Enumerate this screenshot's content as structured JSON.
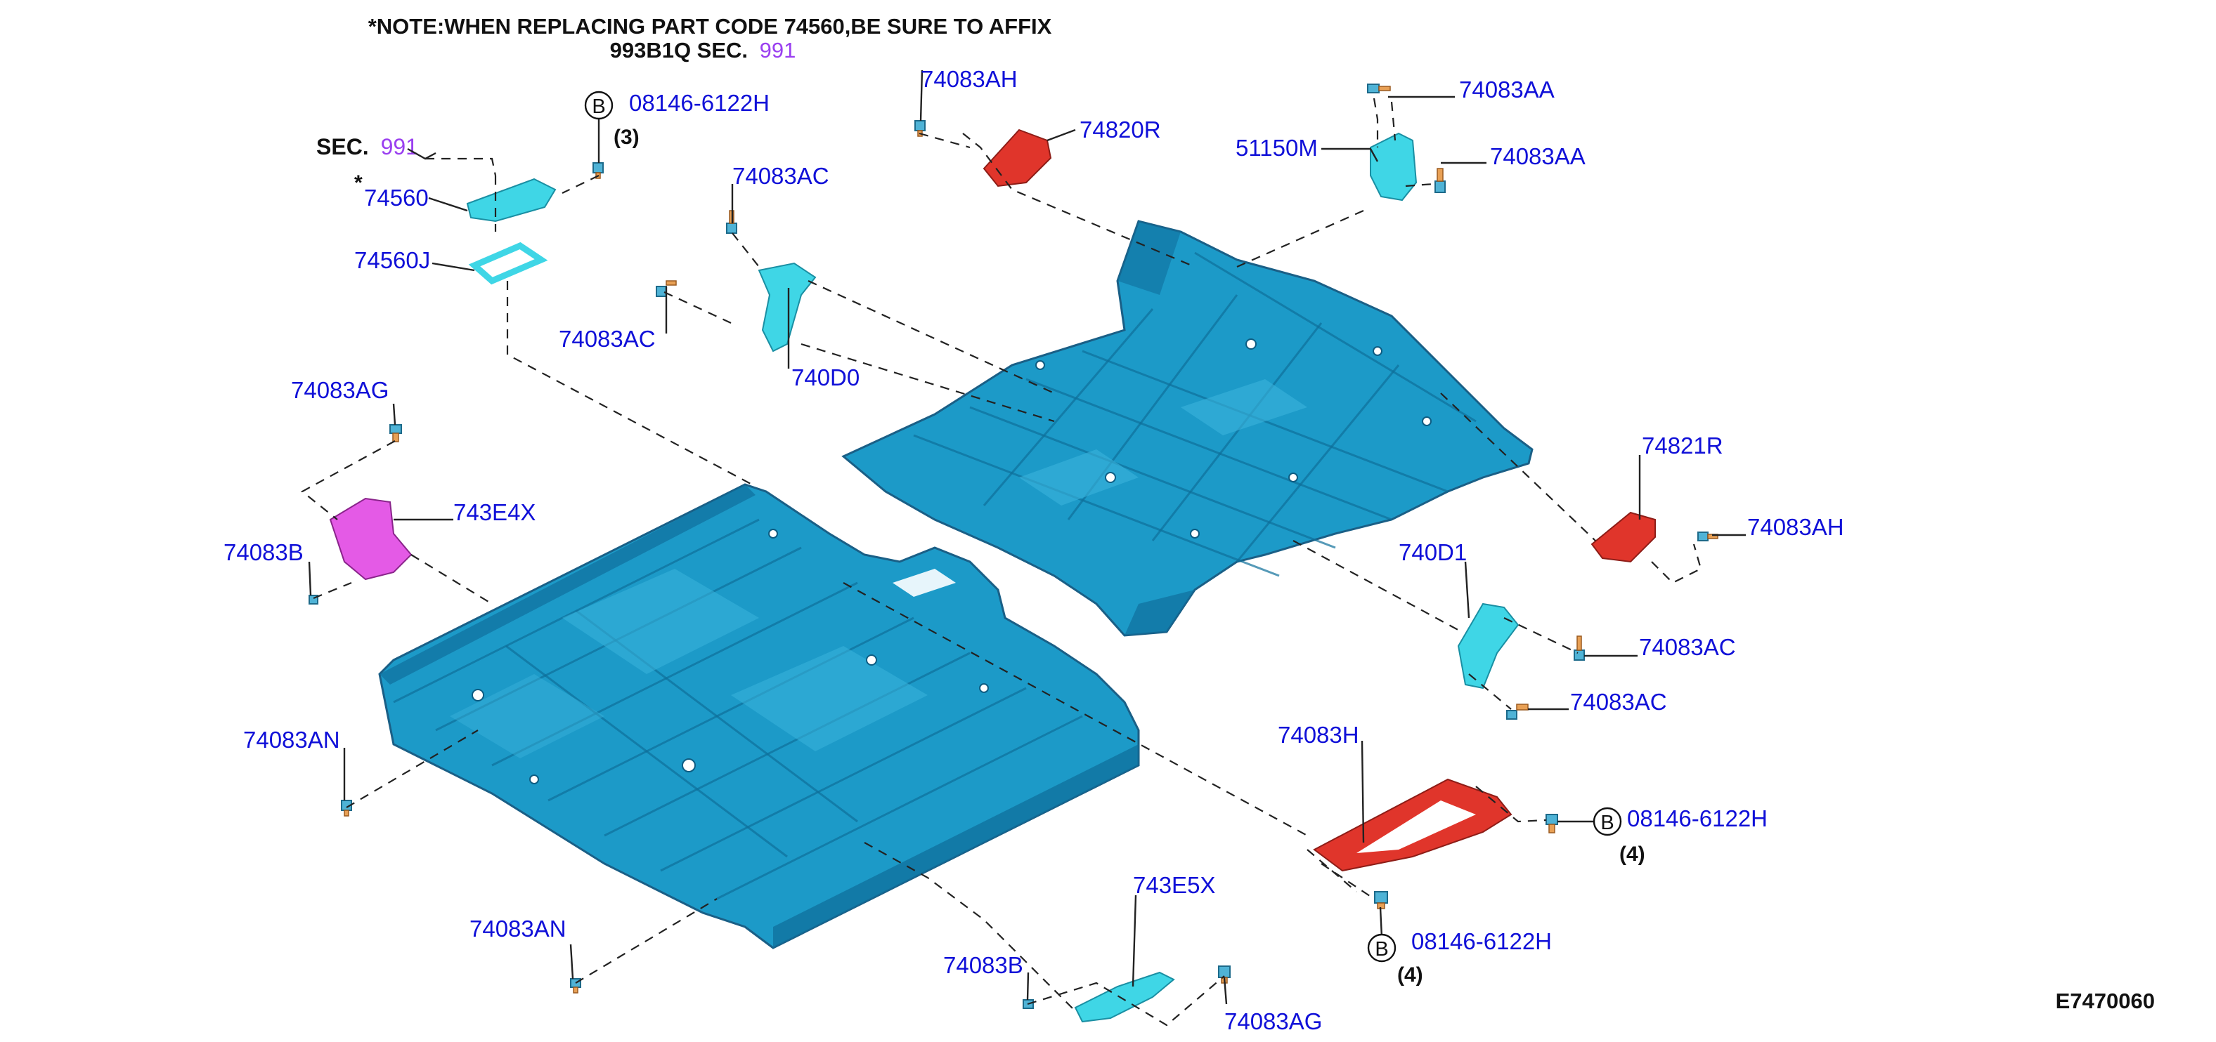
{
  "note": {
    "line1": "*NOTE:WHEN REPLACING PART CODE 74560,BE SURE TO AFFIX",
    "line2_prefix": "993B1Q SEC.",
    "line2_ref": "991"
  },
  "sec_ref": {
    "label": "SEC.",
    "number": "991"
  },
  "callouts": {
    "b_top": {
      "badge": "B",
      "code": "08146-6122H",
      "qty": "(3)"
    },
    "b_right": {
      "badge": "B",
      "code": "08146-6122H",
      "qty": "(4)"
    },
    "b_bottom": {
      "badge": "B",
      "code": "08146-6122H",
      "qty": "(4)"
    }
  },
  "parts": {
    "p74560": "74560",
    "p74560_star": "*",
    "p74560J": "74560J",
    "p74083AH_top": "74083AH",
    "p74820R": "74820R",
    "p74083AA_top": "74083AA",
    "p51150M": "51150M",
    "p74083AA_mid": "74083AA",
    "p74083AC_top": "74083AC",
    "p74083AC_left": "74083AC",
    "p740D0": "740D0",
    "p74083AG_left": "74083AG",
    "p743E4X": "743E4X",
    "p74083B_left": "74083B",
    "p74821R": "74821R",
    "p74083AH_right": "74083AH",
    "p740D1": "740D1",
    "p74083AC_right1": "74083AC",
    "p74083AC_right2": "74083AC",
    "p74083H": "74083H",
    "p74083AN_left": "74083AN",
    "p74083AN_bottom": "74083AN",
    "p743E5X": "743E5X",
    "p74083B_bottom": "74083B",
    "p74083AG_bottom": "74083AG"
  },
  "diagram_id": "E7470060",
  "colors": {
    "floor": "#1c9ac8",
    "floor_dark": "#0f6f9c",
    "bracket_cyan": "#3fd6e6",
    "bracket_red": "#e0352b",
    "bracket_magenta": "#e45ae6",
    "label_blue": "#1010d8",
    "sec_purple": "#9a3ff0"
  }
}
